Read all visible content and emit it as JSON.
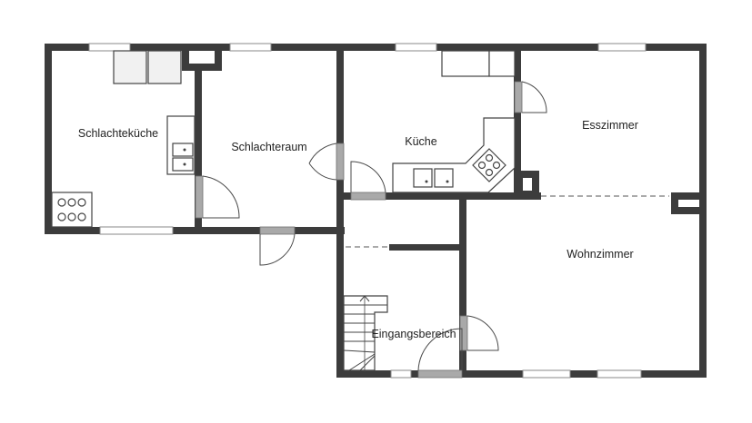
{
  "floorplan": {
    "rooms": [
      {
        "id": "schlachtekueche",
        "label": "Schlachteküche"
      },
      {
        "id": "schlachteraum",
        "label": "Schlachteraum"
      },
      {
        "id": "kueche",
        "label": "Küche"
      },
      {
        "id": "esszimmer",
        "label": "Esszimmer"
      },
      {
        "id": "wohnzimmer",
        "label": "Wohnzimmer"
      },
      {
        "id": "eingangsbereich",
        "label": "Eingangsbereich"
      }
    ]
  }
}
